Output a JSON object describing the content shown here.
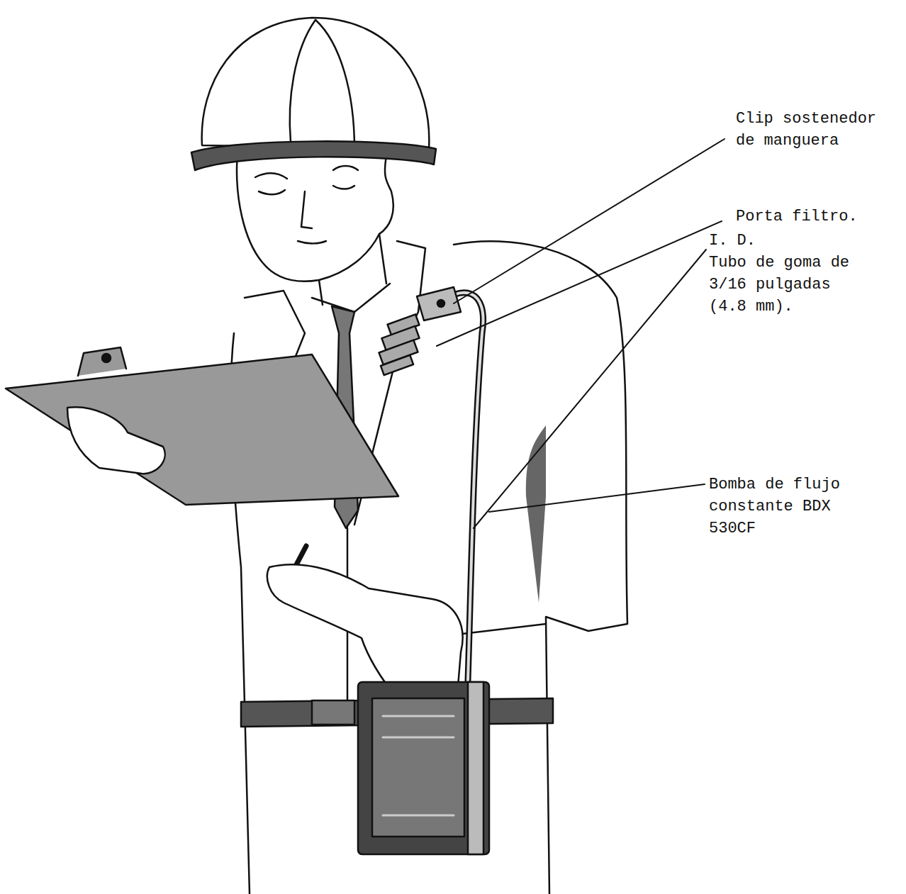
{
  "diagram": {
    "labels": [
      "Clip sostenedor de manguera",
      "Porta filtro.",
      "I. D.",
      "Tubo de goma de 3/16 pulgadas (4.8 mm).",
      "Bomba de flujo constante BDX 530CF"
    ]
  }
}
